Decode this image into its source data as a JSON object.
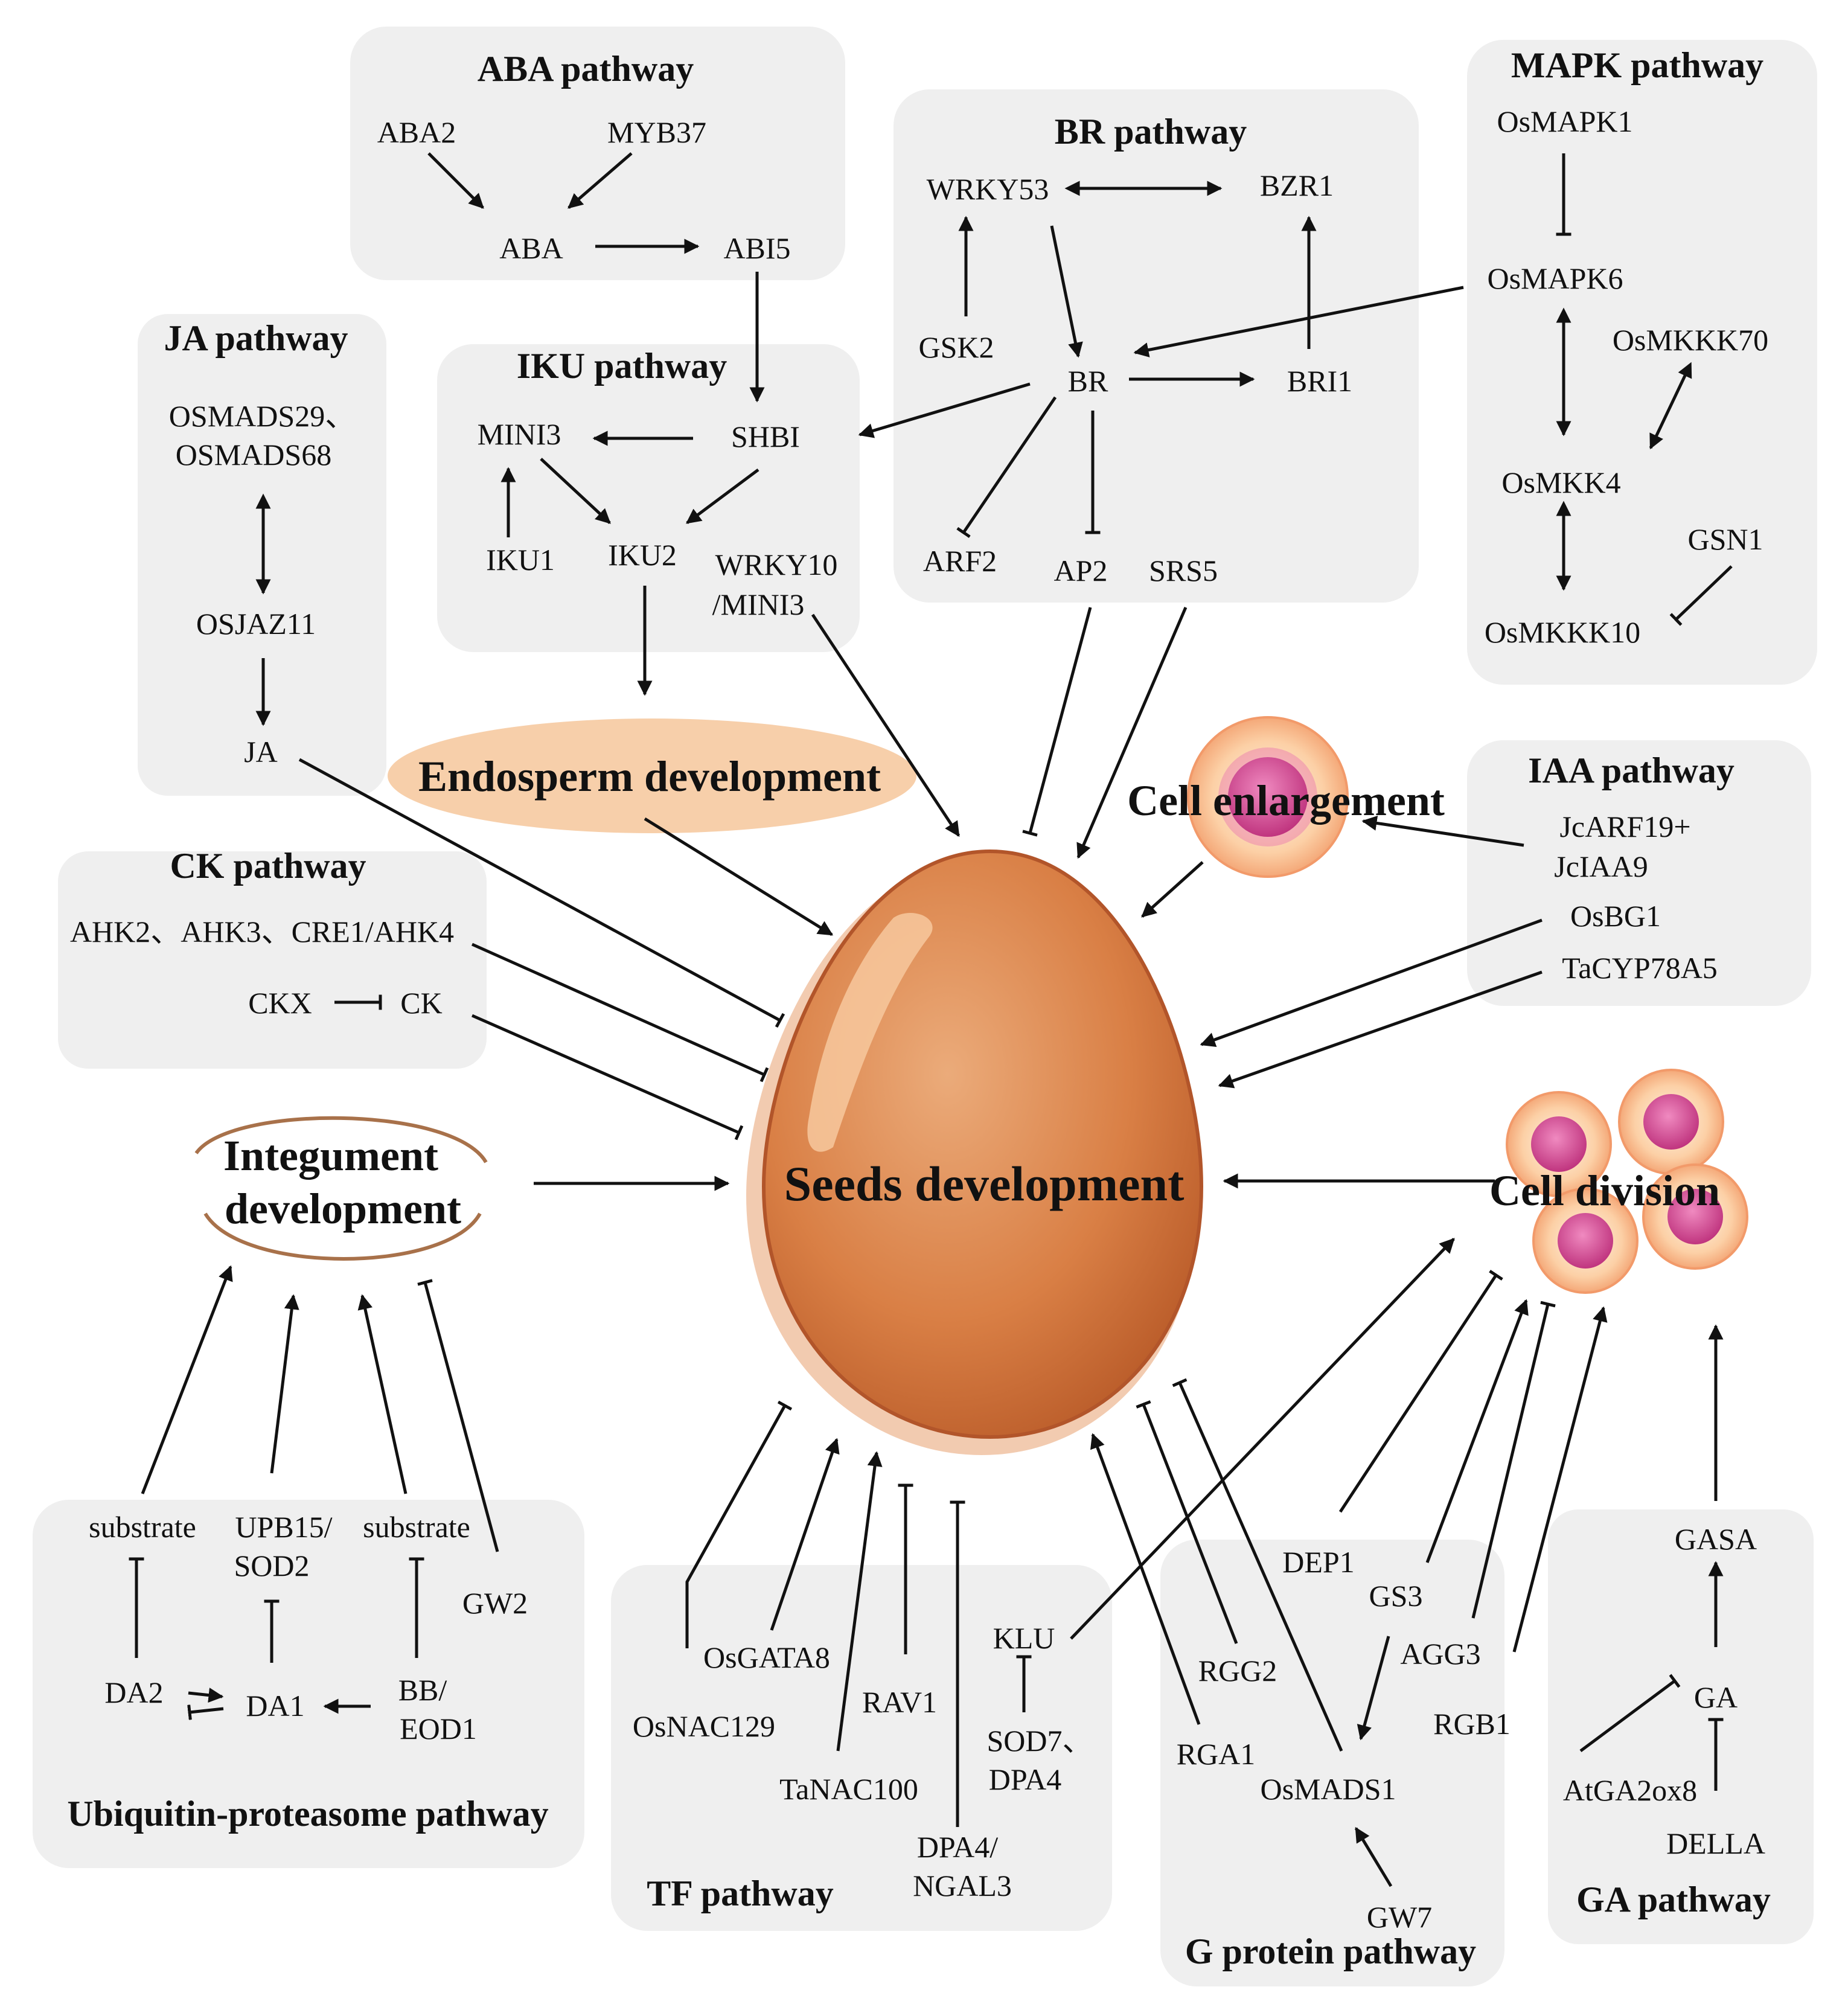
{
  "panels": {
    "aba": {
      "title": "ABA pathway",
      "nodes": {
        "aba2": "ABA2",
        "myb37": "MYB37",
        "aba": "ABA",
        "abi5": "ABI5"
      }
    },
    "br": {
      "title": "BR pathway",
      "nodes": {
        "wrky53": "WRKY53",
        "bzr1": "BZR1",
        "gsk2": "GSK2",
        "br": "BR",
        "bri1": "BRI1",
        "arf2": "ARF2",
        "ap2": "AP2",
        "srs5": "SRS5"
      }
    },
    "mapk": {
      "title": "MAPK pathway",
      "nodes": {
        "osmapk1": "OsMAPK1",
        "osmapk6": "OsMAPK6",
        "osmkkk70": "OsMKKK70",
        "osmkk4": "OsMKK4",
        "gsn1": "GSN1",
        "osmkkk10": "OsMKKK10"
      }
    },
    "ja": {
      "title": "JA pathway",
      "nodes": {
        "osmads29": "OSMADS29、",
        "osmads68": "OSMADS68",
        "osjaz11": "OSJAZ11",
        "ja": "JA"
      }
    },
    "iku": {
      "title": "IKU pathway",
      "nodes": {
        "mini3": "MINI3",
        "shbi": "SHBI",
        "iku1": "IKU1",
        "iku2": "IKU2",
        "wrky10_a": "WRKY10",
        "wrky10_b": "/MINI3"
      }
    },
    "ck": {
      "title": "CK pathway",
      "nodes": {
        "ahk": "AHK2、AHK3、CRE1/AHK4",
        "ckx": "CKX",
        "ck": "CK"
      }
    },
    "iaa": {
      "title": "IAA pathway",
      "nodes": {
        "jcarf19": "JcARF19+",
        "jciaa9": "JcIAA9",
        "osbg1": "OsBG1",
        "tacyp": "TaCYP78A5"
      }
    },
    "ubiquitin": {
      "title": "Ubiquitin-proteasome pathway",
      "nodes": {
        "substrate1": "substrate",
        "upb15_a": "UPB15/",
        "upb15_b": "SOD2",
        "substrate2": "substrate",
        "gw2": "GW2",
        "da2": "DA2",
        "da1": "DA1",
        "bb_a": "BB/",
        "bb_b": "EOD1"
      }
    },
    "tf": {
      "title": "TF pathway",
      "nodes": {
        "osgata8": "OsGATA8",
        "osnac129": "OsNAC129",
        "rav1": "RAV1",
        "tanac100": "TaNAC100",
        "klu": "KLU",
        "sod7_a": "SOD7、",
        "sod7_b": "DPA4",
        "dpa4_a": "DPA4/",
        "dpa4_b": "NGAL3"
      }
    },
    "gprotein": {
      "title": "G protein pathway",
      "nodes": {
        "dep1": "DEP1",
        "gs3": "GS3",
        "agg3": "AGG3",
        "rgg2": "RGG2",
        "rgb1": "RGB1",
        "rga1": "RGA1",
        "osmads1": "OsMADS1",
        "gw7": "GW7"
      }
    },
    "ga": {
      "title": "GA pathway",
      "nodes": {
        "gasa": "GASA",
        "ga": "GA",
        "atga2ox8": "AtGA2ox8",
        "della": "DELLA"
      }
    }
  },
  "central": {
    "seeds": "Seeds development",
    "endosperm": "Endosperm development",
    "cell_enlargement": "Cell enlargement",
    "cell_division": "Cell division",
    "integument_a": "Integument",
    "integument_b": "development"
  },
  "colors": {
    "panel": "#efefef",
    "egg": "#d97f45",
    "egg_light": "#ebab7a",
    "endosperm": "#f7cfaa",
    "cell_outer": "#fcd0a6",
    "cell_nucleus": "#d0458f",
    "integument": "#a8714a"
  }
}
